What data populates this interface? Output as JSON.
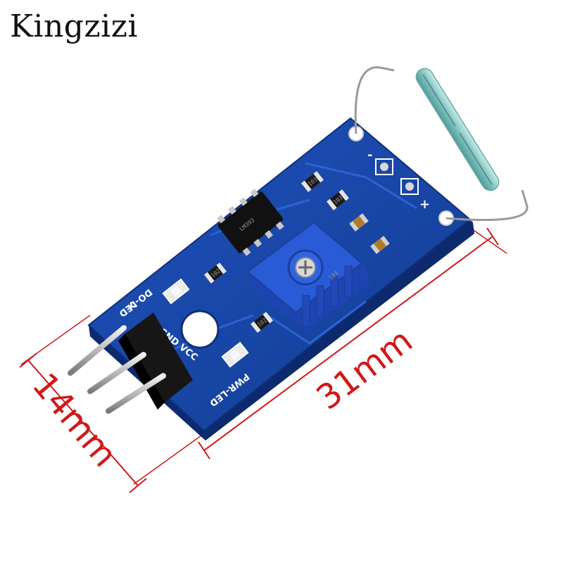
{
  "brand": {
    "text": "Kingzizi"
  },
  "dimensions": {
    "width_label": "14mm",
    "length_label": "31mm"
  },
  "board": {
    "silkscreen": {
      "do_led": "DO-LED",
      "pwr_led": "PWR-LED",
      "pins": "DO GND VCC",
      "minus": "-",
      "plus": "+",
      "plus_left": "+"
    },
    "resistors": [
      "103",
      "103",
      "102",
      "102"
    ],
    "ic_label": "LM393",
    "pot_label": "103"
  },
  "colors": {
    "pcb": "#1a47a8",
    "pcb_edge": "#0f2f78",
    "pot": "#2a5bd6",
    "dimension": "#d01818"
  }
}
